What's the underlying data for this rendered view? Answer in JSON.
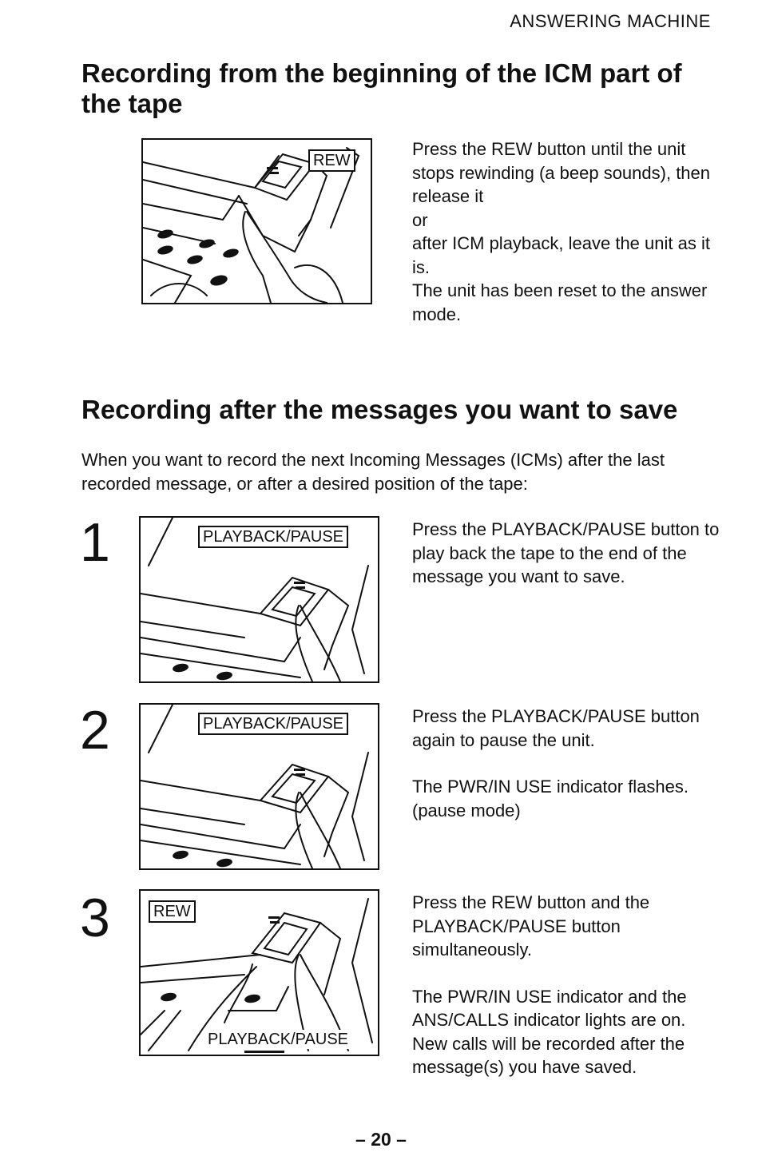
{
  "header": "ANSWERING MACHINE",
  "section1": {
    "title": "Recording from the beginning of the ICM part of the tape",
    "figure_label": "REW",
    "text": [
      "Press the REW button until the unit stops rewinding (a beep sounds), then release it",
      "or",
      "after ICM playback, leave the unit as it is.",
      "The unit has been reset to the answer mode."
    ]
  },
  "section2": {
    "title": "Recording after the messages you want to save",
    "intro": "When you want to record the next Incoming Messages (ICMs) after the last recorded message, or after a desired position of the tape:",
    "steps": [
      {
        "number": "1",
        "figure_label": "PLAYBACK/PAUSE",
        "text": [
          "Press the PLAYBACK/PAUSE button to play back the tape to the end of the message you want to save."
        ]
      },
      {
        "number": "2",
        "figure_label": "PLAYBACK/PAUSE",
        "text": [
          "Press the PLAYBACK/PAUSE button again to pause the unit.",
          "The PWR/IN USE indicator flashes. (pause mode)"
        ]
      },
      {
        "number": "3",
        "figure_label_top": "REW",
        "figure_label_bottom": "PLAYBACK/PAUSE",
        "text": [
          "Press the REW button and the PLAYBACK/PAUSE button simultaneously.",
          "The PWR/IN USE indicator and the ANS/CALLS indicator lights are on. New calls will be recorded after the message(s) you have saved."
        ]
      }
    ]
  },
  "page_number": "– 20 –"
}
